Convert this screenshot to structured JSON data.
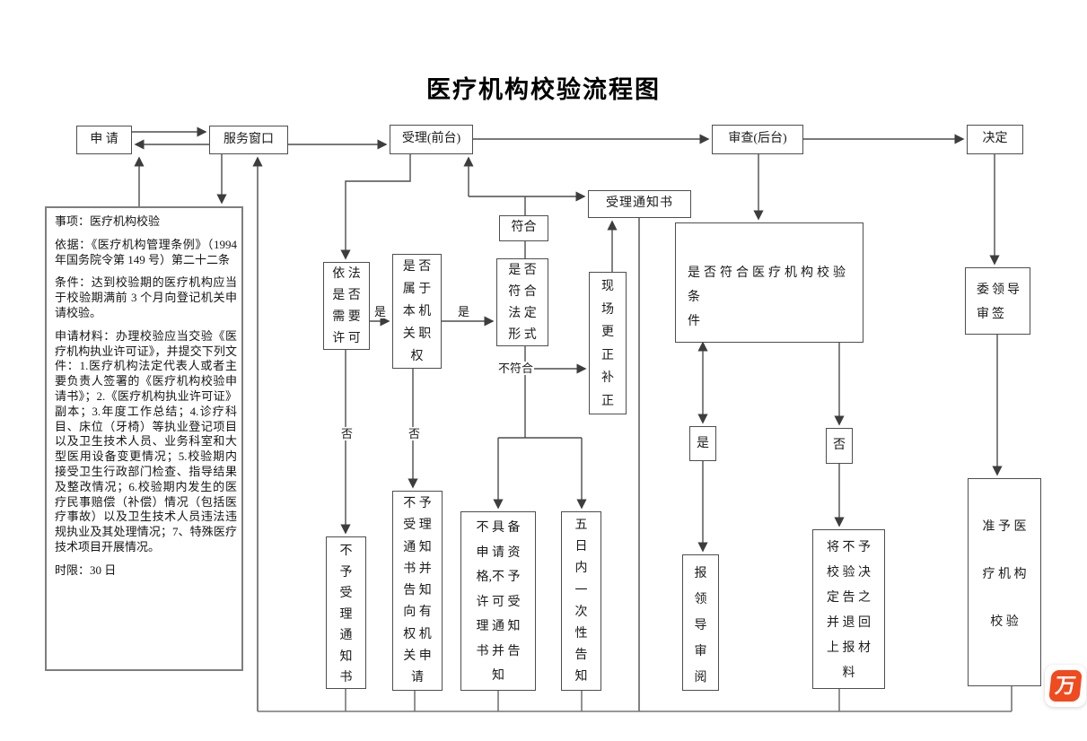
{
  "title": "医疗机构校验流程图",
  "info_panel": {
    "paragraphs": [
      "事项：医疗机构校验",
      "依据：《医疗机构管理条例》（1994年国务院令第 149 号）第二十二条",
      "条件：达到校验期的医疗机构应当于校验期满前 3 个月向登记机关申请校验。",
      "申请材料：办理校验应当交验《医疗机构执业许可证》，并提交下列文件：1.医疗机构法定代表人或者主要负责人签署的《医疗机构校验申请书》；2.《医疗机构执业许可证》副本；3.年度工作总结；4.诊疗科目、床位（牙椅）等执业登记项目以及卫生技术人员、业务科室和大型医用设备变更情况；5.校验期内接受卫生行政部门检查、指导结果及整改情况；6.校验期内发生的医疗民事赔偿（补偿）情况（包括医疗事故）以及卫生技术人员违法违规执业及其处理情况；7、特殊医疗技术项目开展情况。",
      "时限：30 日"
    ]
  },
  "nodes": {
    "apply": {
      "label": "申 请"
    },
    "service_window": {
      "label": "服务窗口"
    },
    "accept_front": {
      "label": "受理(前台)"
    },
    "review_back": {
      "label": "审查(后台)"
    },
    "decision": {
      "label": "决定"
    },
    "conform": {
      "label": "符合"
    },
    "accept_notice": {
      "label": "受理通知书"
    },
    "need_permit": {
      "label": "依 法\n是 否\n需 要\n许 可"
    },
    "authority": {
      "label": "是 否\n属 于\n本 机\n关 职\n权"
    },
    "legal_form": {
      "label": "是 否\n符 合\n法 定\n形 式"
    },
    "onsite_correction": {
      "label": "现\n场\n更\n正\n补\n正"
    },
    "meet_conditions": {
      "label": "是否符合医疗机构校验条\n件"
    },
    "leader_sign": {
      "label": "委领导\n审签"
    },
    "yes_box": {
      "label": "是"
    },
    "no_box": {
      "label": "否"
    },
    "reject_notice": {
      "label": "不\n予\n受\n理\n通\n知\n书"
    },
    "reject_notice_refer": {
      "label": "不 予\n受 理\n通 知\n书 并\n告 知\n向 有\n权 机\n关 申\n请"
    },
    "no_qualification": {
      "label": "不 具 备\n申 请 资\n格,不 予\n许 可 受\n理 通 知\n书 并 告\n知"
    },
    "five_day_notice": {
      "label": "五\n日\n内\n一\n次\n性\n告\n知"
    },
    "report_leader": {
      "label": "报\n领\n导\n审\n阅"
    },
    "return_materials": {
      "label": "将 不 予\n校 验 决\n定 告 之\n并 退 回\n上 报 材\n料"
    },
    "approve_verification": {
      "label": "准 予 医\n疗 机 构\n校 验"
    }
  },
  "edge_labels": {
    "yes1": "是",
    "yes2": "是",
    "no1": "否",
    "no2": "否",
    "not_conform": "不符合"
  },
  "logo": {
    "text": "万",
    "color": "#f04a1e"
  }
}
